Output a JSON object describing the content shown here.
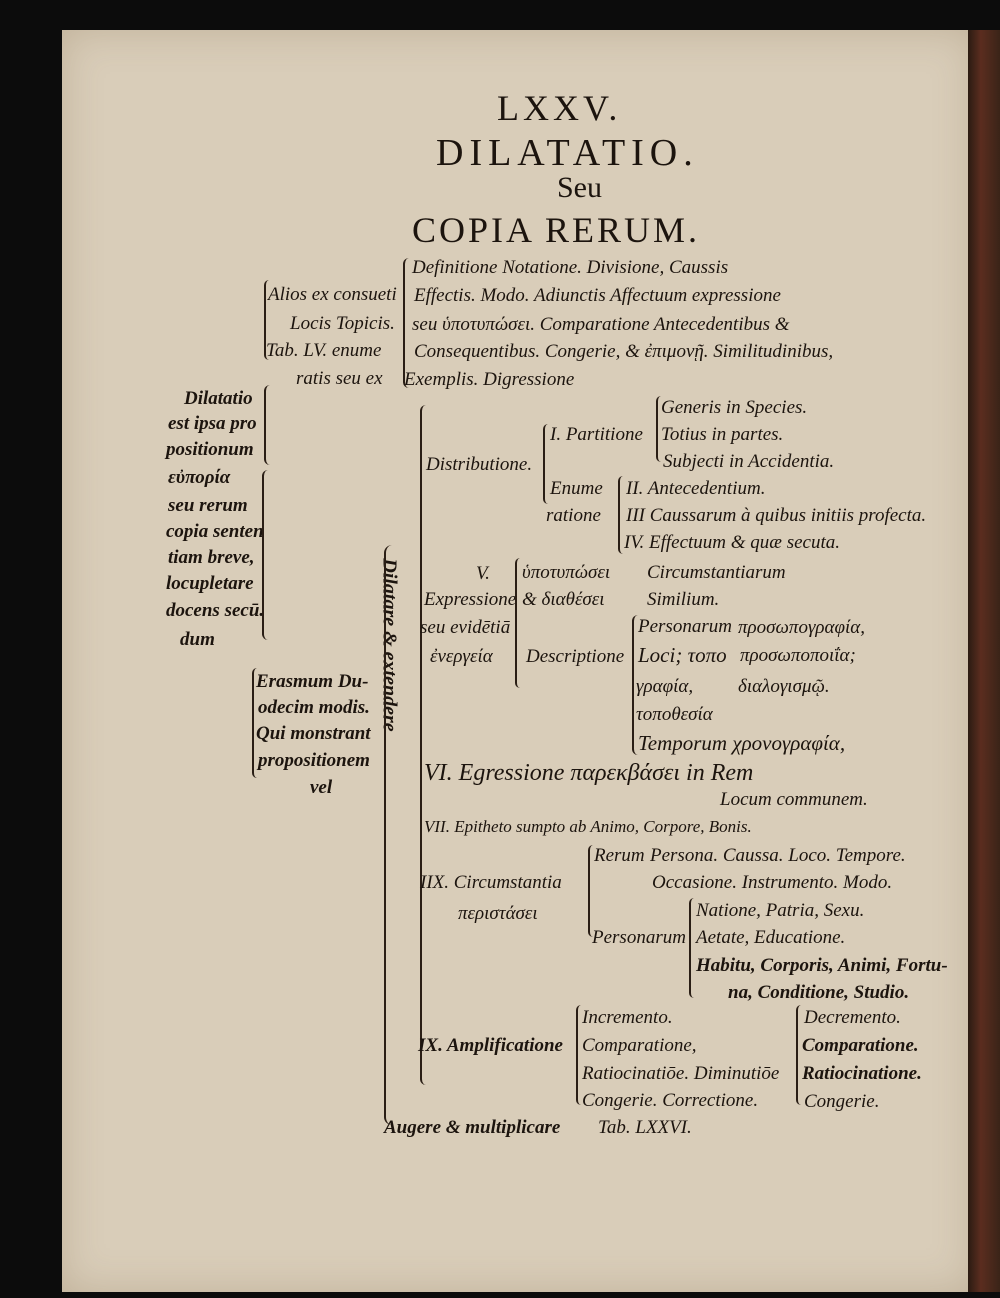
{
  "heading": {
    "number": "LXXV.",
    "title": "DILATATIO.",
    "seu": "Seu",
    "subtitle": "COPIA RERUM."
  },
  "left_definition": [
    "Dilatatio",
    "est ipsa pro",
    "positionum",
    "εὐπορία",
    "seu rerum",
    "copia senten",
    "tiam breve,",
    "locupletare",
    "docens secū.",
    "dum"
  ],
  "erasmus": [
    "Erasmum Du-",
    "odecim modis.",
    "Qui monstrant",
    "propositionem",
    "vel"
  ],
  "topics_intro": [
    "Alios ex consueti",
    "Locis Topicis.",
    "Tab. LV. enume",
    "ratis seu ex"
  ],
  "topics": [
    "Definitione Notatione. Divisione, Caussis",
    "Effectis. Modo. Adiunctis Affectuum expressione",
    "seu ὑποτυπώσει. Comparatione Antecedentibus &",
    "Consequentibus. Congerie, & ἐπιμονῇ. Similitudinibus,",
    "Exemplis. Digressione"
  ],
  "vertical_label": "Dilatare & extendere",
  "distributione": {
    "label": "Distributione.",
    "partitione": "I. Partitione",
    "partitione_items": [
      "Generis in Species.",
      "Totius in partes.",
      "Subjecti in Accidentia."
    ],
    "enumeratione": [
      "Enume",
      "ratione"
    ],
    "enum_items": [
      "II. Antecedentium.",
      "III  Caussarum à quibus initiis profecta.",
      "IV. Effectuum & quæ secuta."
    ]
  },
  "expressione": {
    "label": [
      "V.",
      "Expressione",
      "seu evidētiā",
      "ἐνεργεία"
    ],
    "greek_a": "ὑποτυπώσει",
    "greek_b": "& διαθέσει",
    "circ_items": [
      "Circumstantiarum",
      "Similium."
    ],
    "descriptione": "Descriptione",
    "persons": "Personarum",
    "greek_person": "προσωπογραφία,",
    "loci": "Loci; τοπο",
    "prosopopoeia": "προσωποποιΐα;",
    "topographia": "γραφία,",
    "dialogismo": "διαλογισμῷ.",
    "topothesia": "τοποθεσία",
    "temporum": "Temporum χρονογραφία,"
  },
  "egressione": [
    "VI. Egressione παρεκβάσει in Rem",
    "Locum communem."
  ],
  "epitheto": "VII. Epitheto sumpto ab Animo, Corpore, Bonis.",
  "circumstantia": {
    "label": "IIX. Circumstantia",
    "greek": "περιστάσει",
    "rerum": "Rerum",
    "rerum_items": [
      "Persona. Caussa. Loco. Tempore.",
      "Occasione. Instrumento. Modo."
    ],
    "personarum": "Personarum",
    "personarum_items": [
      "Natione, Patria, Sexu.",
      "Aetate, Educatione.",
      "Habitu, Corporis, Animi, Fortu-",
      "na, Conditione, Studio."
    ]
  },
  "amplificatione": {
    "label": "IX. Amplificatione",
    "left": [
      "Incremento.",
      "Comparatione,",
      "Ratiocinatiōe. Diminutiōe",
      "Congerie.  Correctione."
    ],
    "right": [
      "Decremento.",
      "Comparatione.",
      "Ratiocinatione.",
      "Congerie."
    ]
  },
  "footer": [
    "Augere & multiplicare",
    "Tab. LXXVI."
  ]
}
